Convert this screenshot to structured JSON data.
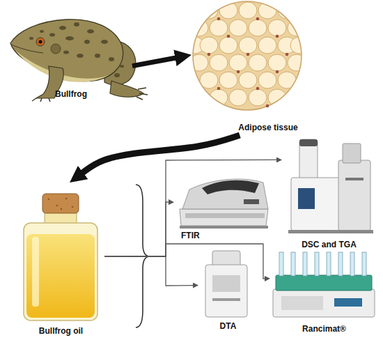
{
  "diagram": {
    "nodes": [
      {
        "text": [
          "Bullfrog"
        ]
      },
      {
        "text": [
          "Adipose tissue"
        ]
      },
      {
        "text": [
          "Bullfrog oil"
        ]
      },
      {
        "text": [
          "FTIR"
        ]
      },
      {
        "text": [
          "DSC and TGA"
        ]
      },
      {
        "text": [
          "DTA"
        ]
      },
      {
        "text": [
          "Rancimat®"
        ]
      }
    ],
    "edges": [
      {
        "from": 0,
        "to": 1,
        "arrow": "to"
      },
      {
        "from": 1,
        "to": 2,
        "arrow": "to"
      },
      {
        "from": 2,
        "to": 3,
        "arrow": "to"
      },
      {
        "from": 2,
        "to": 4,
        "arrow": "to"
      },
      {
        "from": 2,
        "to": 5,
        "arrow": "to"
      },
      {
        "from": 2,
        "to": 6,
        "arrow": "to"
      }
    ]
  }
}
